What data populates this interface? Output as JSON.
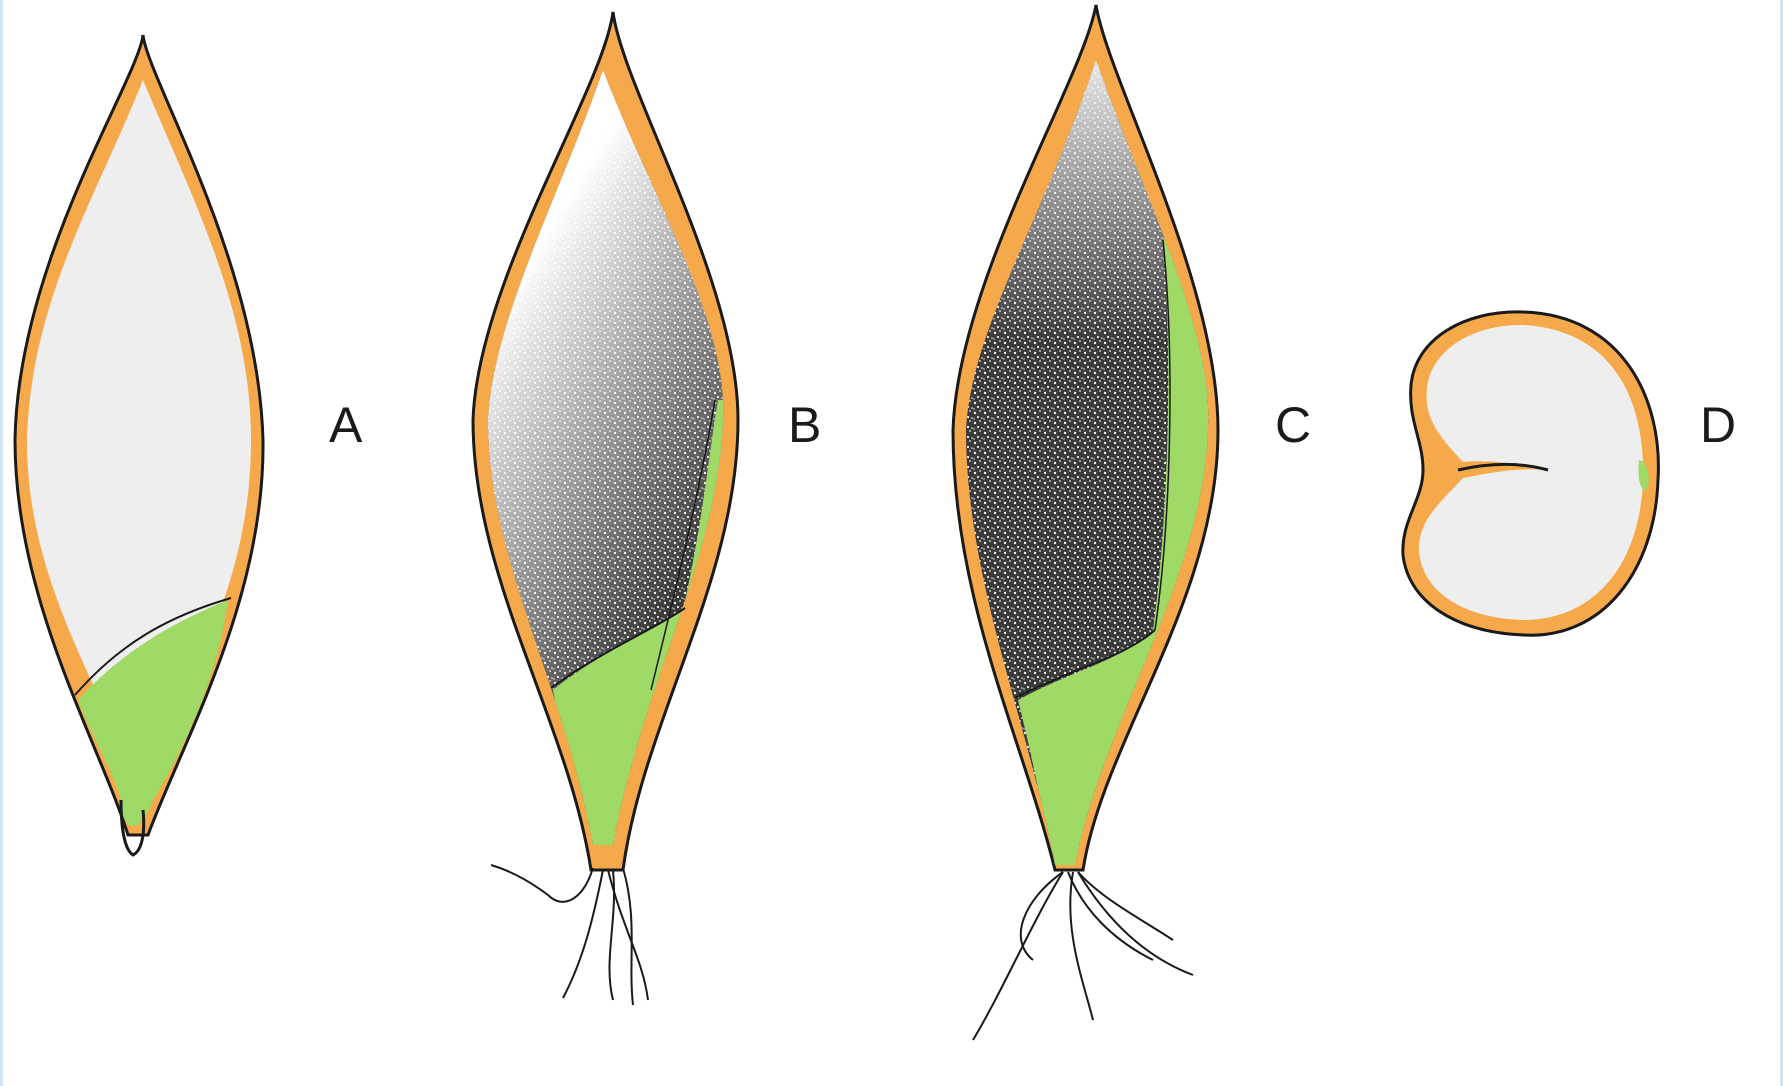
{
  "labels": {
    "a": "A",
    "b": "B",
    "c": "C",
    "d": "D"
  },
  "colors": {
    "seed_coat": "#f5a94a",
    "outline": "#1a1a1a",
    "endosperm": "#eeeeee",
    "embryo": "#9fd966",
    "stipple": "#333333",
    "background": "#ffffff"
  },
  "icons": {
    "a": "seed-longitudinal-section-icon",
    "b": "germinating-seed-icon",
    "c": "germinated-seed-with-roots-icon",
    "d": "seed-cross-section-icon"
  }
}
